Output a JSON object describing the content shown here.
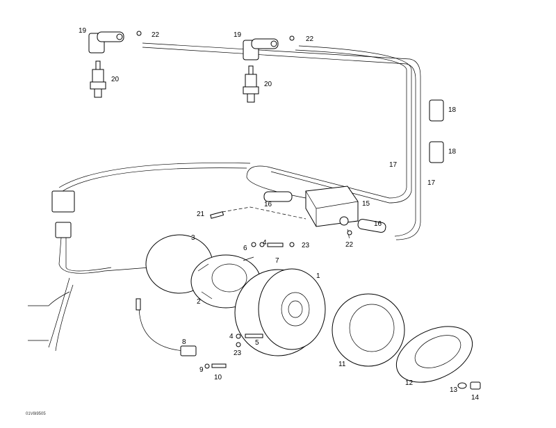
{
  "diagram": {
    "drawing_code": "01V8i9505",
    "callouts": [
      "1",
      "2",
      "3",
      "4",
      "4",
      "5",
      "6",
      "7",
      "8",
      "9",
      "10",
      "11",
      "12",
      "13",
      "14",
      "15",
      "16",
      "16",
      "17",
      "17",
      "18",
      "18",
      "19",
      "19",
      "20",
      "20",
      "21",
      "22",
      "22",
      "22",
      "23",
      "23"
    ],
    "colors": {
      "line": "#000000",
      "background": "#ffffff"
    }
  }
}
